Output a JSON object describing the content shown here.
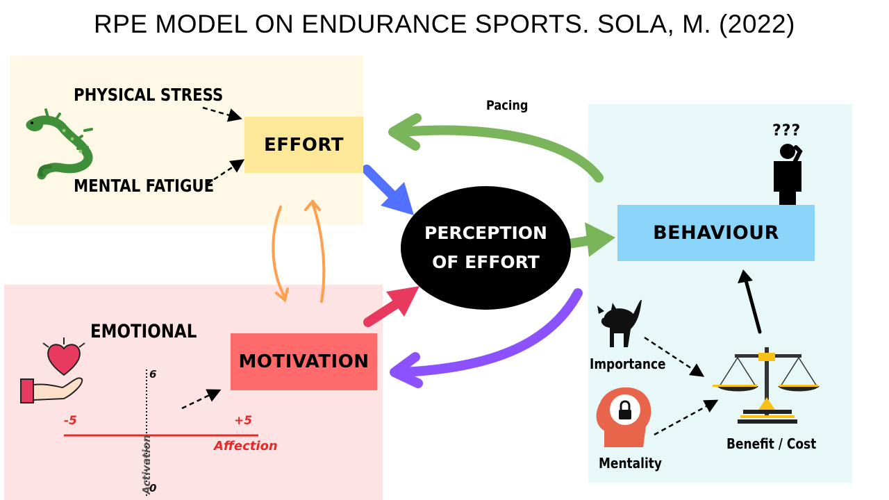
{
  "title": "RPE MODEL ON ENDURANCE SPORTS. SOLA, M. (2022)",
  "effort_panel": {
    "physical_stress": "PHYSICAL STRESS",
    "mental_fatigue": "MENTAL FATIGUE",
    "effort": "EFFORT",
    "icon": "lizard-icon"
  },
  "emotion_panel": {
    "emotional": "EMOTIONAL",
    "motivation": "MOTIVATION",
    "icon": "heart-in-hand-icon",
    "axis": {
      "neg": "-5",
      "pos": "+5",
      "affection": "Affection",
      "top": "6",
      "bottom": "0",
      "activation": "Activation"
    }
  },
  "center": {
    "line1": "PERCEPTION",
    "line2": "OF EFFORT"
  },
  "behaviour_panel": {
    "behaviour": "BEHAVIOUR",
    "importance": "Importance",
    "mentality": "Mentality",
    "benefit_cost": "Benefit / Cost",
    "question_marks": "???",
    "icons": [
      "confused-person-icon",
      "scared-cat-icon",
      "locked-head-icon",
      "balance-scale-icon"
    ]
  },
  "pacing": "Pacing",
  "colors": {
    "effort_panel_bg": "#fef8e6",
    "emotion_panel_bg": "#fde3e3",
    "behaviour_panel_bg": "#e8f8f9",
    "effort_box": "#fde89a",
    "motivation_box": "#ff6b6b",
    "behaviour_box": "#89d4f8",
    "arrow_blue": "#5271ff",
    "arrow_pink": "#e83a5f",
    "arrow_green": "#7ab55c",
    "arrow_purple": "#8c52ff",
    "arrow_orange": "#ff9e4d",
    "axis_red": "#e52a2a"
  }
}
